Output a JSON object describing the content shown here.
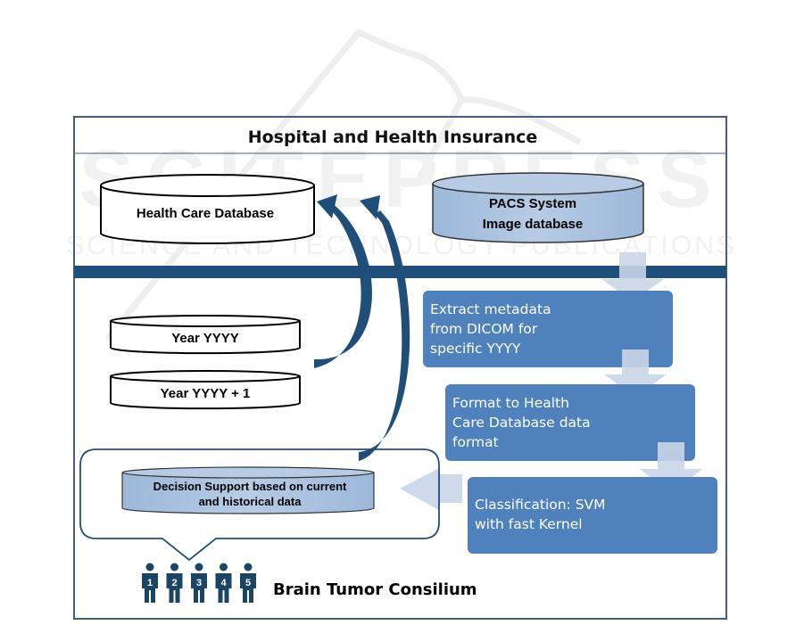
{
  "header": {
    "title": "Hospital and Health Insurance"
  },
  "databases": {
    "health_care": "Health Care Database",
    "pacs_line1": "PACS System",
    "pacs_line2": "Image  database",
    "year1": "Year YYYY",
    "year2": "Year YYYY  + 1",
    "decision_line1": "Decision  Support based on current",
    "decision_line2": "and historical data"
  },
  "process_steps": [
    {
      "lines": [
        "Extract metadata",
        "from DICOM for",
        "specific YYYY"
      ]
    },
    {
      "lines": [
        "Format to Health",
        "Care Database data",
        "format"
      ]
    },
    {
      "lines": [
        "Classification: SVM",
        "with fast Kernel"
      ]
    }
  ],
  "consilium": {
    "label": "Brain Tumor Consilium",
    "members": [
      "1",
      "2",
      "3",
      "4",
      "5"
    ]
  },
  "watermark": {
    "line1": "SCITEPRESS",
    "line2": "SCIENCE AND TECHNOLOGY PUBLICATIONS"
  },
  "colors": {
    "dark_blue": "#1f4e79",
    "frame": "#41607e",
    "step_fill": "#4f81bd",
    "db_fill": "#a9c1de",
    "light_arrow": "#c9d5e8",
    "person": "#1b4565"
  }
}
